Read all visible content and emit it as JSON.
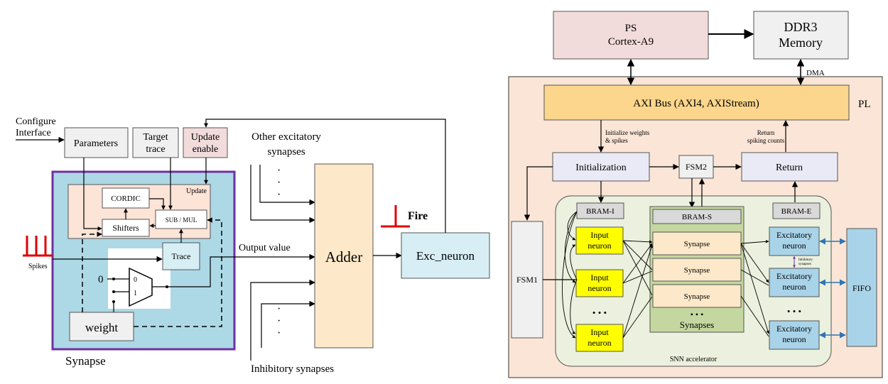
{
  "left": {
    "configure_interface": [
      "Configure",
      "Interface"
    ],
    "parameters": "Parameters",
    "target_trace": [
      "Target",
      "trace"
    ],
    "update_enable": [
      "Update",
      "enable"
    ],
    "update": "Update",
    "cordic": "CORDIC",
    "sub_mul": "SUB / MUL",
    "shifters": "Shifters",
    "trace": "Trace",
    "mux_0": "0",
    "mux_1": "1",
    "mux_in0": "0",
    "spikes": "Spikes",
    "weight": "weight",
    "synapse": "Synapse",
    "other_excitatory": [
      "Other excitatory",
      "synapses"
    ],
    "output_value": "Output value",
    "adder": "Adder",
    "fire": "Fire",
    "exc_neuron": "Exc_neuron",
    "inhibitory": "Inhibitory synapses"
  },
  "right": {
    "ps": [
      "PS",
      "Cortex-A9"
    ],
    "ddr3": [
      "DDR3",
      "Memory"
    ],
    "dma": "DMA",
    "axi_bus": "AXI Bus (AXI4, AXIStream)",
    "pl": "PL",
    "init_weights": [
      "Initialize weights",
      "& spikes"
    ],
    "return_counts": [
      "Return",
      "spiking counts"
    ],
    "initialization": "Initialization",
    "fsm2": "FSM2",
    "return": "Return",
    "bram_i": "BRAM-I",
    "bram_s": "BRAM-S",
    "bram_e": "BRAM-E",
    "fsm1": "FSM1",
    "input_neuron": [
      "Input",
      "neuron"
    ],
    "synapse": "Synapse",
    "synapses": "Synapses",
    "excitatory_neuron": [
      "Excitatory",
      "neuron"
    ],
    "inhibitory_syn": [
      "Inhibitory",
      "synapses"
    ],
    "fifo": "FIFO",
    "snn_accelerator": "SNN accelerator",
    "dots": "• • •"
  },
  "colors": {
    "synapse_bg": "#add8e6",
    "synapse_border": "#7030a0",
    "update_bg": "#fce4d6",
    "adder_bg": "#fde9c9",
    "exc_bg": "#d7eef5",
    "fire": "#e00000",
    "ps_bg": "#f2dcdb",
    "pl_bg": "#fbe5d6",
    "axi_bg": "#fbd68c",
    "snn_bg": "#ebf1de",
    "synapses_bg": "#c4d7a0",
    "input_neuron_bg": "#ffff00",
    "exc_neuron_bg": "#a9d3e8",
    "fifo_bg": "#a9d3e8",
    "gray_box": "#f0f0f0",
    "lavender": "#eaeaf6"
  }
}
